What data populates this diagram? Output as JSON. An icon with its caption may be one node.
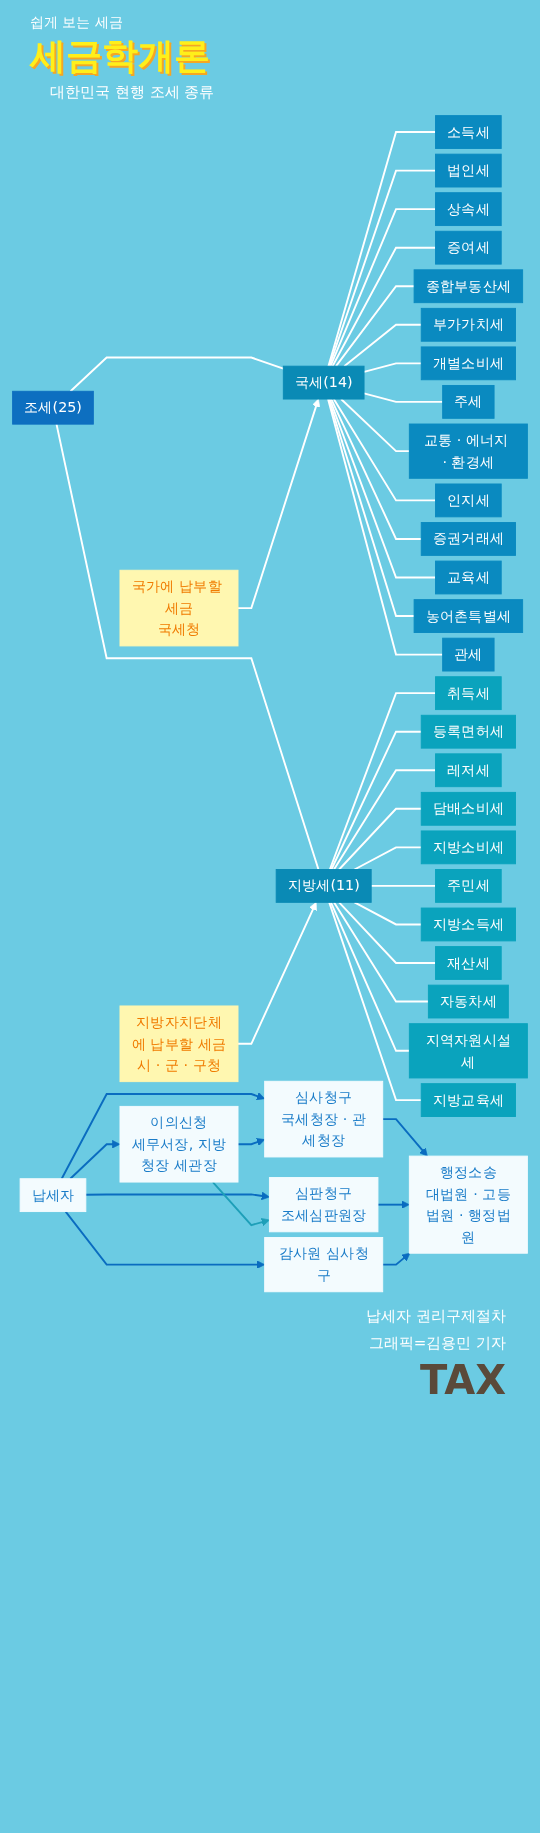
{
  "diagram": {
    "title": "세금학개론",
    "nodes": [
      {
        "text": [
          "국가에 납부할 세금",
          "국세청"
        ]
      },
      {
        "text": [
          "국세(14)"
        ]
      },
      {
        "text": [
          "소득세"
        ]
      },
      {
        "text": [
          "법인세"
        ]
      },
      {
        "text": [
          "상속세"
        ]
      },
      {
        "text": [
          "증여세"
        ]
      },
      {
        "text": [
          "종합부동산세"
        ]
      },
      {
        "text": [
          "부가가치세"
        ]
      },
      {
        "text": [
          "개별소비세"
        ]
      },
      {
        "text": [
          "주세"
        ]
      },
      {
        "text": [
          "교통 · 에너지 · 환경세"
        ]
      },
      {
        "text": [
          "인지세"
        ]
      },
      {
        "text": [
          "증권거래세"
        ]
      },
      {
        "text": [
          "교육세"
        ]
      },
      {
        "text": [
          "농어촌특별세"
        ]
      },
      {
        "text": [
          "관세"
        ]
      },
      {
        "text": [
          "조세(25)"
        ]
      },
      {
        "text": [
          "지방자치단체에 납부할 세금",
          "시 · 군 · 구청"
        ]
      },
      {
        "text": [
          "지방세(11)"
        ]
      },
      {
        "text": [
          "취득세"
        ]
      },
      {
        "text": [
          "등록면허세"
        ]
      },
      {
        "text": [
          "레저세"
        ]
      },
      {
        "text": [
          "담배소비세"
        ]
      },
      {
        "text": [
          "지방소비세"
        ]
      },
      {
        "text": [
          "주민세"
        ]
      },
      {
        "text": [
          "지방소득세"
        ]
      },
      {
        "text": [
          "재산세"
        ]
      },
      {
        "text": [
          "자동차세"
        ]
      },
      {
        "text": [
          "지역자원시설세"
        ]
      },
      {
        "text": [
          "지방교육세"
        ]
      },
      {
        "text": [
          "납세자"
        ]
      },
      {
        "text": [
          "이의신청",
          "세무서장, 지방청장 세관장"
        ]
      },
      {
        "text": [
          "감사원 심사청구"
        ]
      },
      {
        "text": [
          "심사청구",
          "국세청장 · 관세청장"
        ]
      },
      {
        "text": [
          "심판청구",
          "조세심판원장"
        ]
      },
      {
        "text": [
          "행정소송",
          "대법원 · 고등법원 · 행정법원"
        ]
      }
    ],
    "edges": [
      {
        "from": 16,
        "to": 1,
        "arrow": "none"
      },
      {
        "from": 16,
        "to": 18,
        "arrow": "none"
      },
      {
        "from": 0,
        "to": 1,
        "arrow": "to"
      },
      {
        "from": 1,
        "to": 2,
        "arrow": "none"
      },
      {
        "from": 1,
        "to": 3,
        "arrow": "none"
      },
      {
        "from": 1,
        "to": 4,
        "arrow": "none"
      },
      {
        "from": 1,
        "to": 5,
        "arrow": "none"
      },
      {
        "from": 1,
        "to": 6,
        "arrow": "none"
      },
      {
        "from": 1,
        "to": 7,
        "arrow": "none"
      },
      {
        "from": 1,
        "to": 8,
        "arrow": "none"
      },
      {
        "from": 1,
        "to": 9,
        "arrow": "none"
      },
      {
        "from": 1,
        "to": 10,
        "arrow": "none"
      },
      {
        "from": 1,
        "to": 11,
        "arrow": "none"
      },
      {
        "from": 1,
        "to": 12,
        "arrow": "none"
      },
      {
        "from": 1,
        "to": 13,
        "arrow": "none"
      },
      {
        "from": 1,
        "to": 14,
        "arrow": "none"
      },
      {
        "from": 1,
        "to": 15,
        "arrow": "none"
      },
      {
        "from": 17,
        "to": 18,
        "arrow": "to"
      },
      {
        "from": 18,
        "to": 19,
        "arrow": "none"
      },
      {
        "from": 18,
        "to": 20,
        "arrow": "none"
      },
      {
        "from": 18,
        "to": 21,
        "arrow": "none"
      },
      {
        "from": 18,
        "to": 22,
        "arrow": "none"
      },
      {
        "from": 18,
        "to": 23,
        "arrow": "none"
      },
      {
        "from": 18,
        "to": 24,
        "arrow": "none"
      },
      {
        "from": 18,
        "to": 25,
        "arrow": "none"
      },
      {
        "from": 18,
        "to": 26,
        "arrow": "none"
      },
      {
        "from": 18,
        "to": 27,
        "arrow": "none"
      },
      {
        "from": 18,
        "to": 28,
        "arrow": "none"
      },
      {
        "from": 18,
        "to": 29,
        "arrow": "none"
      },
      {
        "from": 30,
        "to": 31,
        "arrow": "to",
        "color": "#0a6cc0"
      },
      {
        "from": 30,
        "to": 32,
        "arrow": "to",
        "color": "#0a6cc0"
      },
      {
        "from": 30,
        "to": 33,
        "arrow": "to",
        "color": "#0a6cc0"
      },
      {
        "from": 30,
        "to": 34,
        "arrow": "to",
        "color": "#0a6cc0"
      },
      {
        "from": 31,
        "to": 33,
        "arrow": "to",
        "color": "#0a6cc0"
      },
      {
        "from": 31,
        "to": 34,
        "arrow": "to",
        "color": "#1e9fb8"
      },
      {
        "from": 33,
        "to": 35,
        "arrow": "to",
        "color": "#0a6cc0"
      },
      {
        "from": 34,
        "to": 35,
        "arrow": "to",
        "color": "#0a6cc0"
      },
      {
        "from": 32,
        "to": 35,
        "arrow": "to",
        "color": "#0a6cc0"
      }
    ],
    "labels": [
      "쉽게 보는 세금",
      "대한민국 현행 조세 종류",
      "납세자 권리구제절차",
      "그래픽=김용민 기자",
      "TAX"
    ]
  }
}
